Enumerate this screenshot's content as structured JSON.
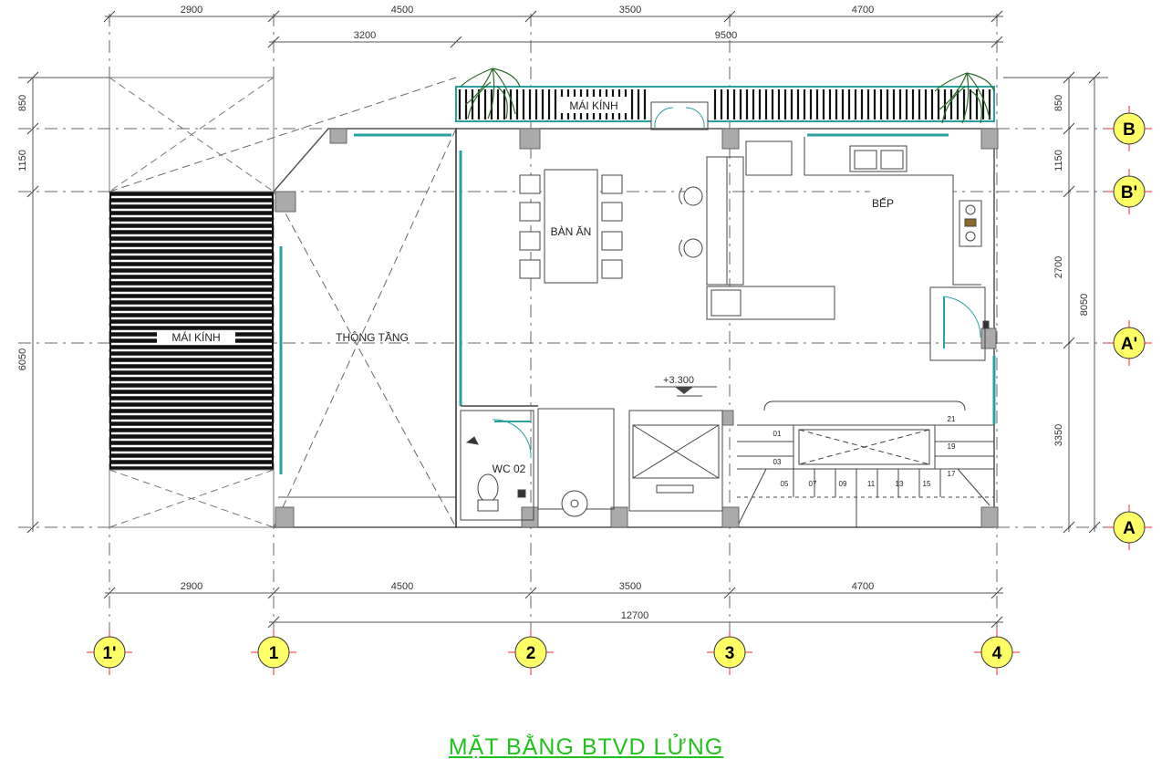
{
  "title": "MẶT BẰNG BTVD LỬNG",
  "rooms": {
    "glass_roof_top": "MÁI KÍNH",
    "glass_roof_left": "MÁI KÍNH",
    "void": "THÔNG TẦNG",
    "dining": "BÀN ĂN",
    "kitchen": "BẾP",
    "wc": "WC 02"
  },
  "level": "+3.300",
  "dims": {
    "top": [
      "2900",
      "4500",
      "3500",
      "4700"
    ],
    "top_sub": [
      "3200",
      "9500"
    ],
    "bottom": [
      "2900",
      "4500",
      "3500",
      "4700"
    ],
    "bottom_total": "12700",
    "left": [
      "850",
      "1150",
      "6050"
    ],
    "right": [
      "850",
      "1150",
      "2700",
      "3350"
    ],
    "right_total": "8050"
  },
  "axes_x": [
    "1'",
    "1",
    "2",
    "3",
    "4"
  ],
  "axes_y": [
    "B",
    "B'",
    "A'",
    "A"
  ],
  "stairs": [
    "01",
    "03",
    "05",
    "07",
    "09",
    "11",
    "13",
    "15",
    "17",
    "19",
    "21"
  ],
  "colors": {
    "title": "#22c11c",
    "bubble_fill": "#ffff66",
    "bubble_cross": "#ff2a2a",
    "glass": "#2aa1a1",
    "dim_text": "#333333"
  }
}
